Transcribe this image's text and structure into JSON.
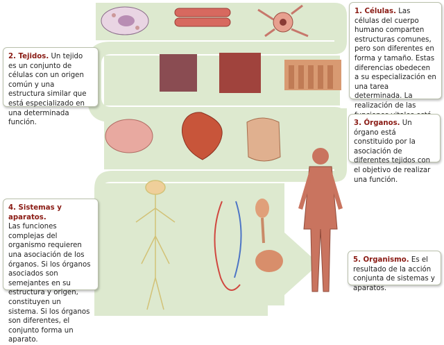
{
  "cards": {
    "celulas": {
      "title": "1. Células.",
      "body": "Las células del cuerpo humano comparten estructuras comunes, pero son diferentes en forma y tamaño. Estas diferencias obedecen a su especialización en una tarea determinada. La realización de las funciones vitales está repartida entre todas las células del organismo."
    },
    "tejidos": {
      "title": "2. Tejidos.",
      "body": "Un tejido es un conjunto de células con un origen común y una estructura similar que está especializado en una determinada función."
    },
    "organos": {
      "title": "3. Órganos.",
      "body": "Un órgano está constituido por la asociación de diferentes tejidos con el objetivo de realizar una función."
    },
    "sistemas": {
      "title": "4. Sistemas y aparatos.",
      "body": "Las funciones complejas del organismo requieren una asociación de los órganos. Si los órganos asociados son semejantes en su estructura y origen, constituyen un sistema. Si los órganos son diferentes, el conjunto forma un aparato."
    },
    "organismo": {
      "title": "5. Organismo.",
      "body": "Es el resultado de la acción conjunta de sistemas y aparatos."
    }
  },
  "colors": {
    "path": "#dde9cf",
    "title": "#8a1b14",
    "border": "#b9c0ab"
  }
}
